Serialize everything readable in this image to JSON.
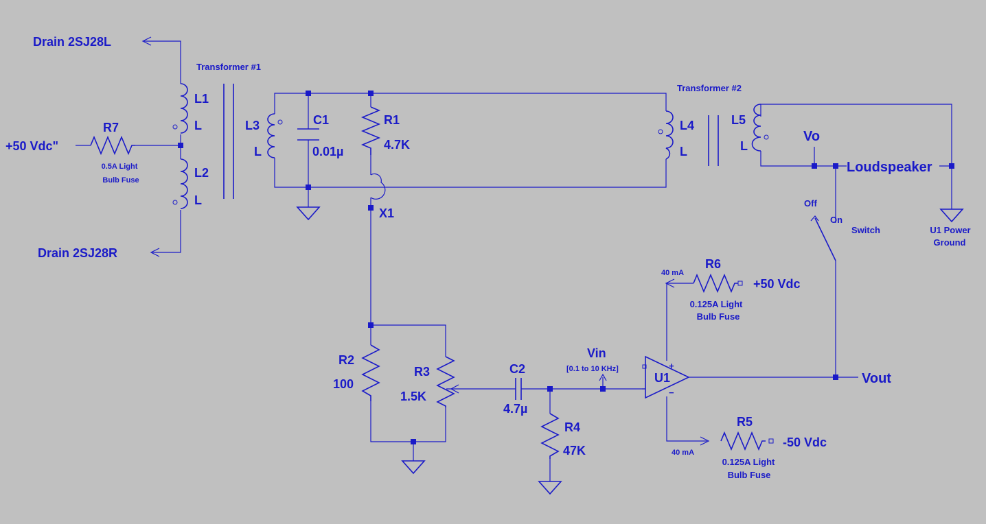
{
  "labels": {
    "drain_l": "Drain 2SJ28L",
    "drain_r": "Drain 2SJ28R",
    "supply_left": "+50 Vdc\"",
    "r7": "R7",
    "r7_note": [
      "0.5A Light",
      "Bulb Fuse"
    ],
    "l1": "L1",
    "l1_val": "L",
    "l2": "L2",
    "l2_val": "L",
    "transformer1": "Transformer #1",
    "transformer2": "Transformer #2",
    "l3": "L3",
    "l3_val": "L",
    "c1": "C1",
    "c1_val": "0.01µ",
    "r1": "R1",
    "r1_val": "4.7K",
    "x1": "X1",
    "l4": "L4",
    "l4_val": "L",
    "l5": "L5",
    "l5_val": "L",
    "vo": "Vo",
    "loudspeaker": "Loudspeaker",
    "switch_off": "Off",
    "switch_on": "On",
    "switch": "Switch",
    "u1_ground": [
      "U1 Power",
      "Ground"
    ],
    "r6": "R6",
    "r6_current": "40 mA",
    "supply_pos": "+50 Vdc",
    "r6_note": [
      "0.125A Light",
      "Bulb Fuse"
    ],
    "r2": "R2",
    "r2_val": "100",
    "r3": "R3",
    "r3_val": "1.5K",
    "c2": "C2",
    "c2_val": "4.7µ",
    "vin": "Vin",
    "vin_range": "[0.1 to 10 KHz]",
    "u1": "U1",
    "u1_plus": "+",
    "u1_minus": "−",
    "vout": "Vout",
    "r4": "R4",
    "r4_val": "47K",
    "r5": "R5",
    "r5_current": "40 mA",
    "supply_neg": "-50 Vdc",
    "r5_note": [
      "0.125A Light",
      "Bulb Fuse"
    ]
  },
  "colors": {
    "background": "#c0c0c0",
    "wire": "#1a1ac8"
  }
}
